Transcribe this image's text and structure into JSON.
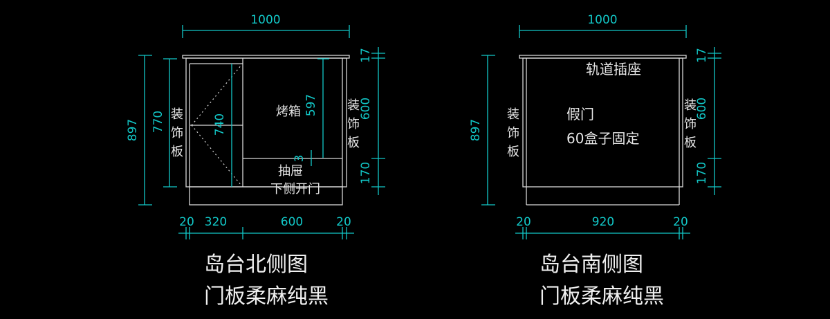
{
  "colors": {
    "dimension": "#12c8c8",
    "outline": "#d8d8d8",
    "background": "#000000"
  },
  "north": {
    "title": "岛台北侧图",
    "subtitle": "门板柔麻纯黑",
    "dims": {
      "width": "1000",
      "height": "897",
      "body_height": "770",
      "door_height": "740",
      "oven_height": "597",
      "gap": "3",
      "top": "17",
      "upper": "600",
      "lower": "170",
      "side_left": "20",
      "left_cab": "320",
      "oven_width": "600",
      "side_right": "20"
    },
    "labels": {
      "panel_left": [
        "装",
        "饰",
        "板"
      ],
      "panel_right": [
        "装",
        "饰",
        "板"
      ],
      "oven": "烤箱",
      "drawer": "抽屉",
      "drawer_note": "下侧开门"
    }
  },
  "south": {
    "title": "岛台南侧图",
    "subtitle": "门板柔麻纯黑",
    "dims": {
      "width": "1000",
      "height": "897",
      "top": "17",
      "upper": "600",
      "lower": "170",
      "side_left": "20",
      "middle": "920",
      "side_right": "20"
    },
    "labels": {
      "panel_left": [
        "装",
        "饰",
        "板"
      ],
      "panel_right": [
        "装",
        "饰",
        "板"
      ],
      "socket": "轨道插座",
      "fake_door": "假门",
      "box_fix": "60盒子固定"
    }
  }
}
